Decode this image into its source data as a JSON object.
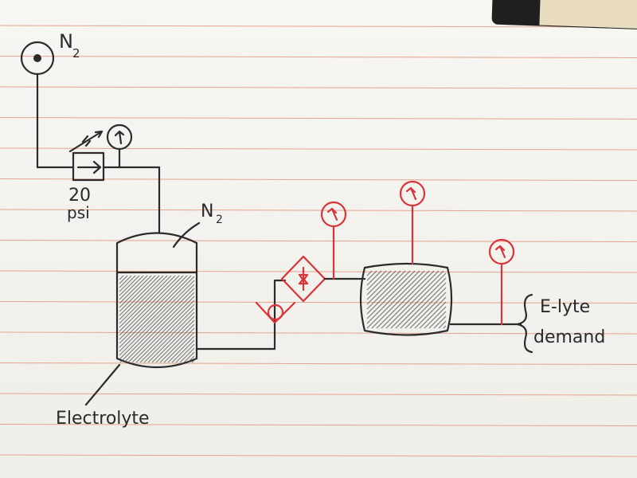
{
  "labels": {
    "n2_source": "N",
    "n2_source_sub": "2",
    "regulator_setting_value": "20",
    "regulator_setting_unit": "psi",
    "tank_headspace": "N",
    "tank_headspace_sub": "2",
    "tank_contents": "Electrolyte",
    "outlet_line1": "E-lyte",
    "outlet_line2": "demand"
  },
  "colors": {
    "paper": "#f5f4f0",
    "ruled_line": "#e6a38f",
    "ink": "#2b2b2b",
    "instrument_red": "#d9343a"
  },
  "instruments": [
    {
      "name": "gauge-regulator-outlet",
      "color": "black"
    },
    {
      "name": "gauge-filter-outlet",
      "color": "red"
    },
    {
      "name": "gauge-vessel-top",
      "color": "red"
    },
    {
      "name": "gauge-demand-line",
      "color": "red"
    }
  ]
}
